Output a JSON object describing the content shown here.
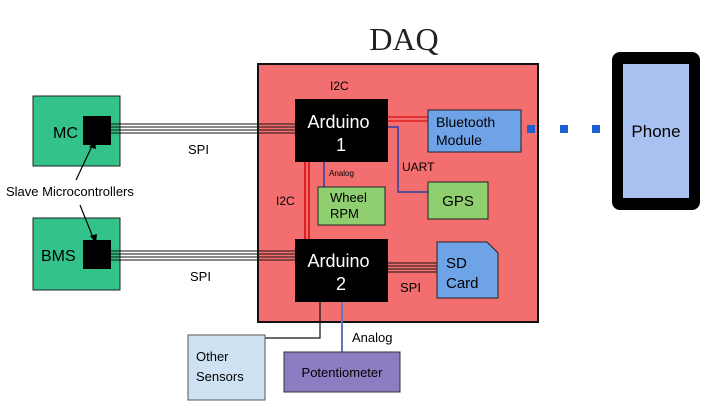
{
  "title": "DAQ",
  "blocks": {
    "mc": "MC",
    "bms": "BMS",
    "arduino1": [
      "Arduino",
      "1"
    ],
    "arduino2": [
      "Arduino",
      "2"
    ],
    "bluetooth": [
      "Bluetooth",
      "Module"
    ],
    "gps": "GPS",
    "wheel_rpm": [
      "Wheel",
      "RPM"
    ],
    "sd_card": [
      "SD",
      "Card"
    ],
    "phone": "Phone",
    "other_sensors": [
      "Other",
      "Sensors"
    ],
    "potentiometer": "Potentiometer"
  },
  "labels": {
    "slave_microcontrollers": "Slave Microcontrollers",
    "spi_mc": "SPI",
    "spi_bms": "SPI",
    "spi_sd": "SPI",
    "i2c_top": "I2C",
    "i2c_side": "I2C",
    "analog_small": "Analog",
    "uart": "UART",
    "analog_pot": "Analog"
  },
  "colors": {
    "daq_fill": "#f36e6e",
    "green_block": "#33c28a",
    "arduino": "#000000",
    "bluetooth": "#6fa3e8",
    "gps_wheel": "#8fcf6f",
    "sd_card": "#6fa3e8",
    "phone_screen": "#a9c1f0",
    "other_sensors": "#cfe2f3",
    "potentiometer": "#8e7cc3",
    "red_line": "#e02020",
    "purple_line": "#5b4b9a",
    "blue_dots": "#1f5fd0"
  }
}
